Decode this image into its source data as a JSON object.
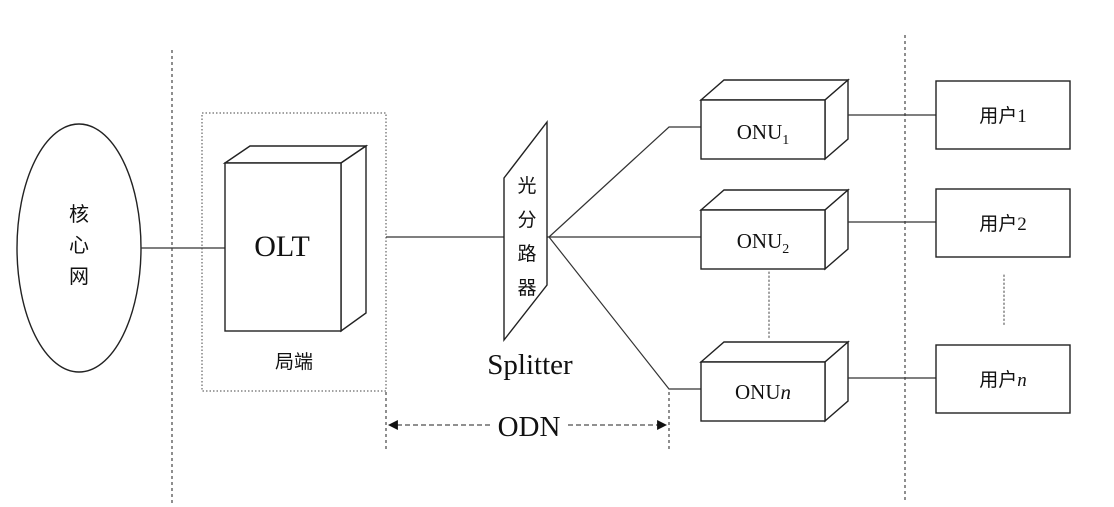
{
  "core_network": {
    "label_chars": [
      "核",
      "心",
      "网"
    ]
  },
  "central_office": {
    "olt_label": "OLT",
    "caption": "局端"
  },
  "splitter": {
    "label_chars": [
      "光",
      "分",
      "路",
      "器"
    ],
    "caption": "Splitter"
  },
  "odn": {
    "label": "ODN"
  },
  "onus": [
    {
      "prefix": "ONU",
      "sub": "1",
      "italic": false
    },
    {
      "prefix": "ONU",
      "sub": "2",
      "italic": false
    },
    {
      "prefix": "ONU",
      "sub": "n",
      "italic": true
    }
  ],
  "users": [
    {
      "prefix": "用户",
      "suffix": "1",
      "italic": false
    },
    {
      "prefix": "用户",
      "suffix": "2",
      "italic": false
    },
    {
      "prefix": "用户",
      "suffix": "n",
      "italic": true
    }
  ]
}
